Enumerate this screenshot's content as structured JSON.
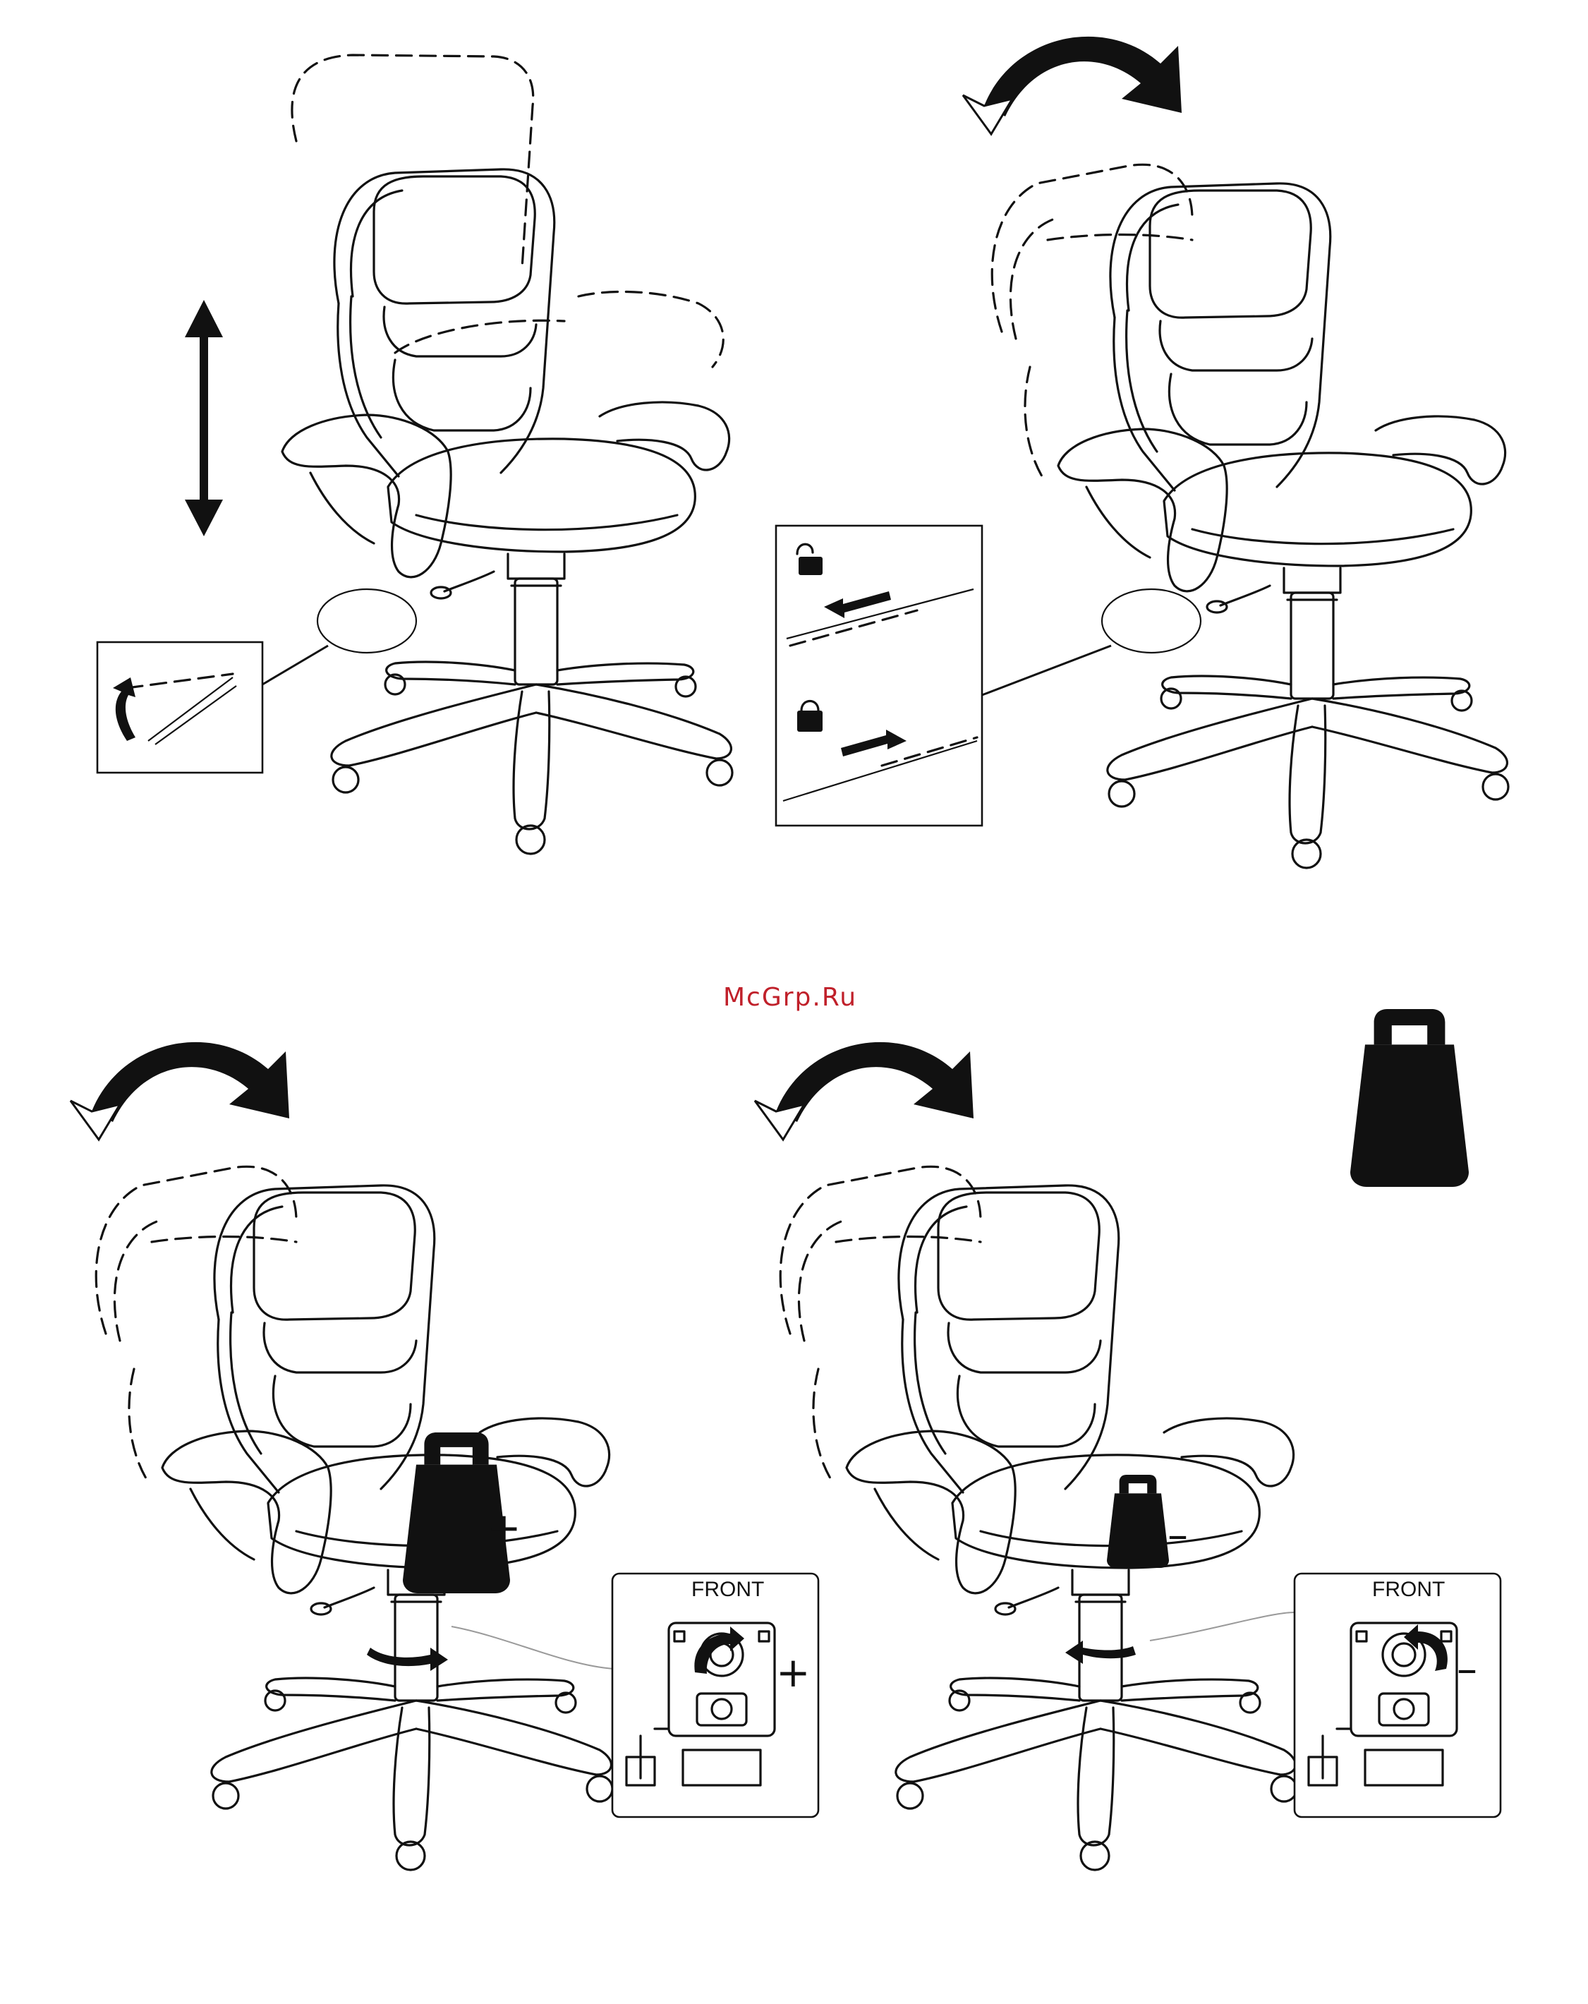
{
  "watermark": "McGrp.Ru",
  "panels": [
    {
      "id": "height-adjust",
      "action": "height adjustment lever"
    },
    {
      "id": "tilt-lock",
      "action": "tilt lock lever"
    },
    {
      "id": "tension-increase",
      "inset_label": "FRONT",
      "sign": "+"
    },
    {
      "id": "tension-decrease",
      "inset_label": "FRONT",
      "sign": "–"
    }
  ],
  "icons": {
    "unlock": "unlock-icon",
    "lock": "lock-icon",
    "weight": "weight-icon"
  },
  "labels": {
    "front_left": "FRONT",
    "front_right": "FRONT",
    "plus_seat": "+",
    "plus_mech": "+",
    "minus_seat": "–",
    "minus_mech": "–"
  }
}
